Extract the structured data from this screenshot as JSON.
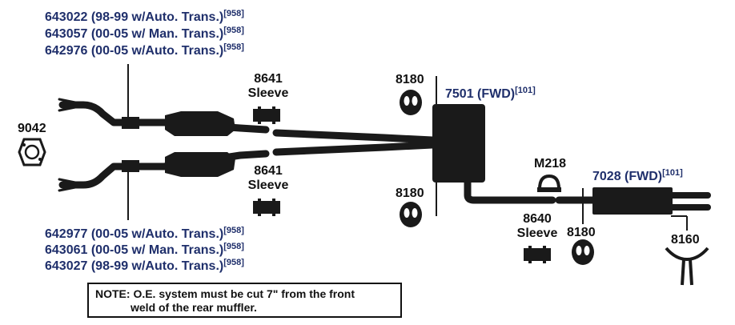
{
  "top_parts": [
    {
      "part": "643022",
      "desc": "(98-99 w/Auto. Trans.)",
      "ref": "[958]"
    },
    {
      "part": "643057",
      "desc": "(00-05 w/ Man. Trans.)",
      "ref": "[958]"
    },
    {
      "part": "642976",
      "desc": "(00-05 w/Auto. Trans.)",
      "ref": "[958]"
    }
  ],
  "bottom_parts": [
    {
      "part": "642977",
      "desc": "(00-05 w/Auto. Trans.)",
      "ref": "[958]"
    },
    {
      "part": "643061",
      "desc": "(00-05 w/ Man. Trans.)",
      "ref": "[958]"
    },
    {
      "part": "643027",
      "desc": "(98-99 w/Auto. Trans.)",
      "ref": "[958]"
    }
  ],
  "gasket": {
    "part": "9042"
  },
  "sleeve_upper": {
    "part": "8641",
    "name": "Sleeve"
  },
  "sleeve_lower": {
    "part": "8641",
    "name": "Sleeve"
  },
  "sleeve_rear": {
    "part": "8640",
    "name": "Sleeve"
  },
  "hanger_top": {
    "part": "8180"
  },
  "hanger_bottom": {
    "part": "8180"
  },
  "hanger_rear": {
    "part": "8180"
  },
  "front_muffler": {
    "part": "7501",
    "desc": "(FWD)",
    "ref": "[101]"
  },
  "rear_muffler": {
    "part": "7028",
    "desc": "(FWD)",
    "ref": "[101]"
  },
  "clamp": {
    "part": "M218"
  },
  "tail_hanger": {
    "part": "8160"
  },
  "note": {
    "line1": "NOTE: O.E. system must be cut 7\" from the front",
    "line2": "weld of the rear muffler."
  },
  "colors": {
    "part_blue": "#1f2f6b",
    "ink": "#111111",
    "pipe": "#1a1a1a"
  }
}
